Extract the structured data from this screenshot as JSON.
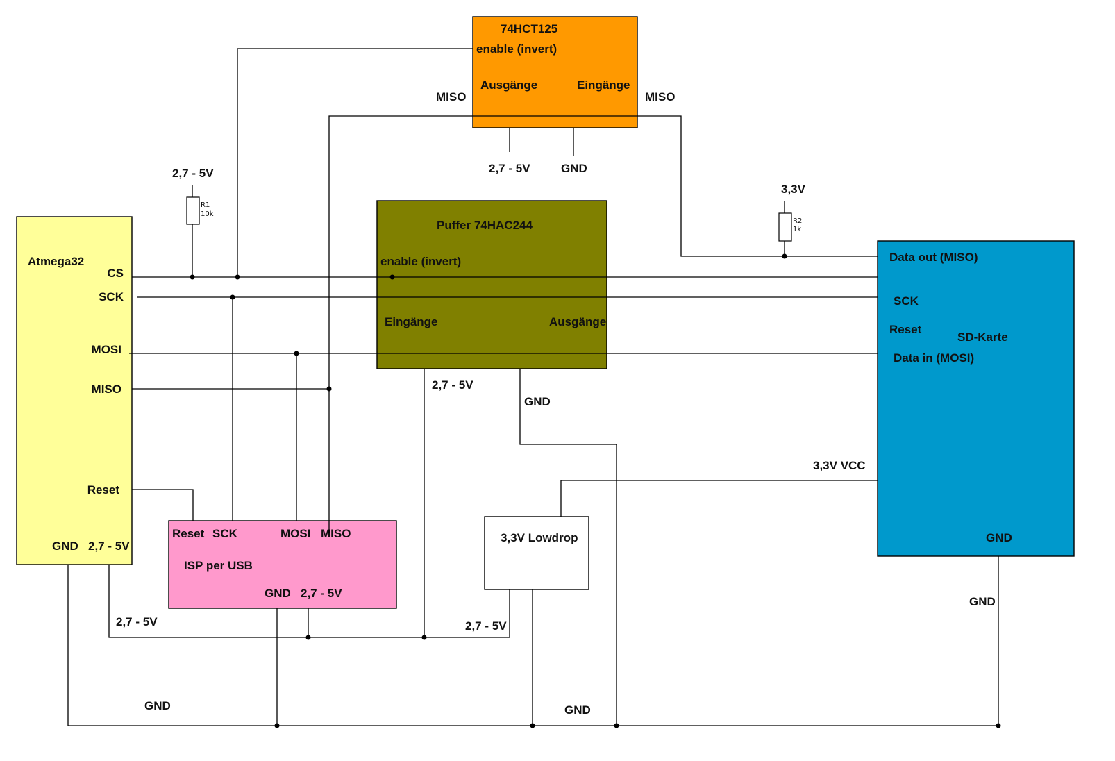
{
  "diagram": {
    "title": "SD-Karte an Atmega32 Schaltplan",
    "colors": {
      "atmega": "#ffff99",
      "hct125": "#ff9900",
      "hac244": "#808000",
      "isp": "#ff99cc",
      "sdcard": "#0099cc",
      "lowdrop": "#ffffff"
    },
    "components": {
      "hct125": {
        "name": "74HCT125",
        "enable": "enable (invert)",
        "outputs": "Ausgänge",
        "inputs": "Eingänge",
        "vcc": "2,7 - 5V",
        "gnd": "GND",
        "miso_left": "MISO",
        "miso_right": "MISO"
      },
      "r1": {
        "supply": "2,7 - 5V",
        "name": "R1",
        "value": "10k"
      },
      "r2": {
        "supply": "3,3V",
        "name": "R2",
        "value": "1k"
      },
      "atmega": {
        "name": "Atmega32",
        "pins": {
          "cs": "CS",
          "sck": "SCK",
          "mosi": "MOSI",
          "miso": "MISO",
          "reset": "Reset",
          "gnd": "GND",
          "vcc": "2,7 - 5V"
        }
      },
      "hac244": {
        "name": "Puffer 74HAC244",
        "enable": "enable (invert)",
        "inputs": "Eingänge",
        "outputs": "Ausgänge",
        "vcc": "2,7 - 5V",
        "gnd": "GND"
      },
      "sdcard": {
        "name": "SD-Karte",
        "pins": {
          "data_out": "Data out (MISO)",
          "sck": "SCK",
          "reset": "Reset",
          "data_in": "Data in (MOSI)",
          "gnd": "GND"
        },
        "vcc_label": "3,3V VCC",
        "gnd_wire": "GND"
      },
      "isp": {
        "name": "ISP per USB",
        "pins": {
          "reset": "Reset",
          "sck": "SCK",
          "mosi": "MOSI",
          "miso": "MISO",
          "gnd": "GND",
          "vcc": "2,7 - 5V"
        }
      },
      "lowdrop": {
        "name": "3,3V Lowdrop",
        "vin": "2,7 - 5V"
      }
    },
    "nets": {
      "vcc_left": "2,7 - 5V",
      "gnd_left": "GND",
      "gnd_mid": "GND"
    }
  }
}
